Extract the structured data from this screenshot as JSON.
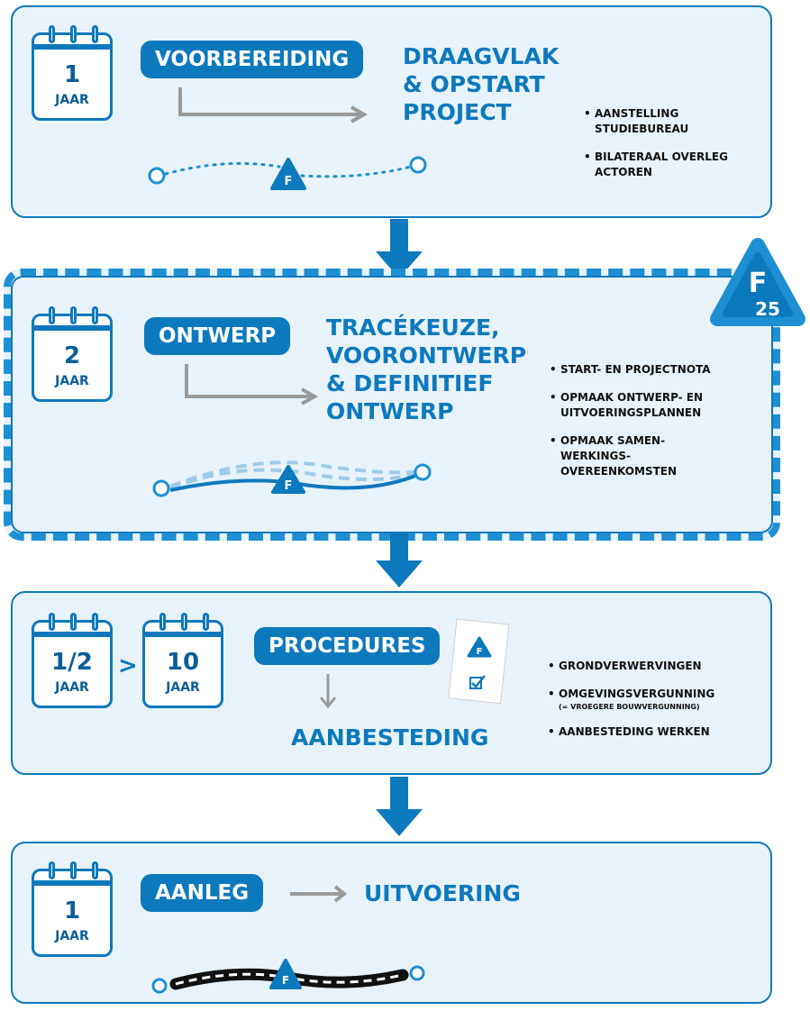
{
  "phases": [
    {
      "calendar": {
        "number": "1",
        "unit": "JAAR"
      },
      "label": "VOORBEREIDING",
      "title": [
        "DRAAGVLAK",
        "& OPSTART",
        "PROJECT"
      ],
      "bullets": [
        "AANSTELLING STUDIEBUREAU",
        "BILATERAAL OVERLEG ACTOREN"
      ]
    },
    {
      "calendar": {
        "number": "2",
        "unit": "JAAR"
      },
      "label": "ONTWERP",
      "title": [
        "TRACÉKEUZE,",
        "VOORONTWERP",
        "& DEFINITIEF",
        "ONTWERP"
      ],
      "bullets": [
        "START- EN PROJECTNOTA",
        "OPMAAK ONTWERP- EN UITVOERINGSPLANNEN",
        "OPMAAK SAMEN-WERKINGS-OVEREENKOMSTEN"
      ],
      "badge": {
        "letter": "F",
        "number": "25"
      }
    },
    {
      "calendars": [
        {
          "number": "1/2",
          "unit": "JAAR"
        },
        {
          "number": "10",
          "unit": "JAAR"
        }
      ],
      "separator": ">",
      "label": "PROCEDURES",
      "title": [
        "AANBESTEDING"
      ],
      "bullets": [
        "GRONDVERWERVINGEN",
        "OMGEVINGSVERGUNNING",
        "AANBESTEDING WERKEN"
      ],
      "bullet_note": "(= VROEGERE BOUWVERGUNNING)"
    },
    {
      "calendar": {
        "number": "1",
        "unit": "JAAR"
      },
      "label": "AANLEG",
      "title": [
        "UITVOERING"
      ]
    }
  ],
  "marker_letter": "F",
  "colors": {
    "primary": "#0d79bd",
    "panel_bg": "#e7f2fa",
    "arrow": "#0d79bd",
    "gray": "#9a9a9a",
    "road": "#111111"
  }
}
